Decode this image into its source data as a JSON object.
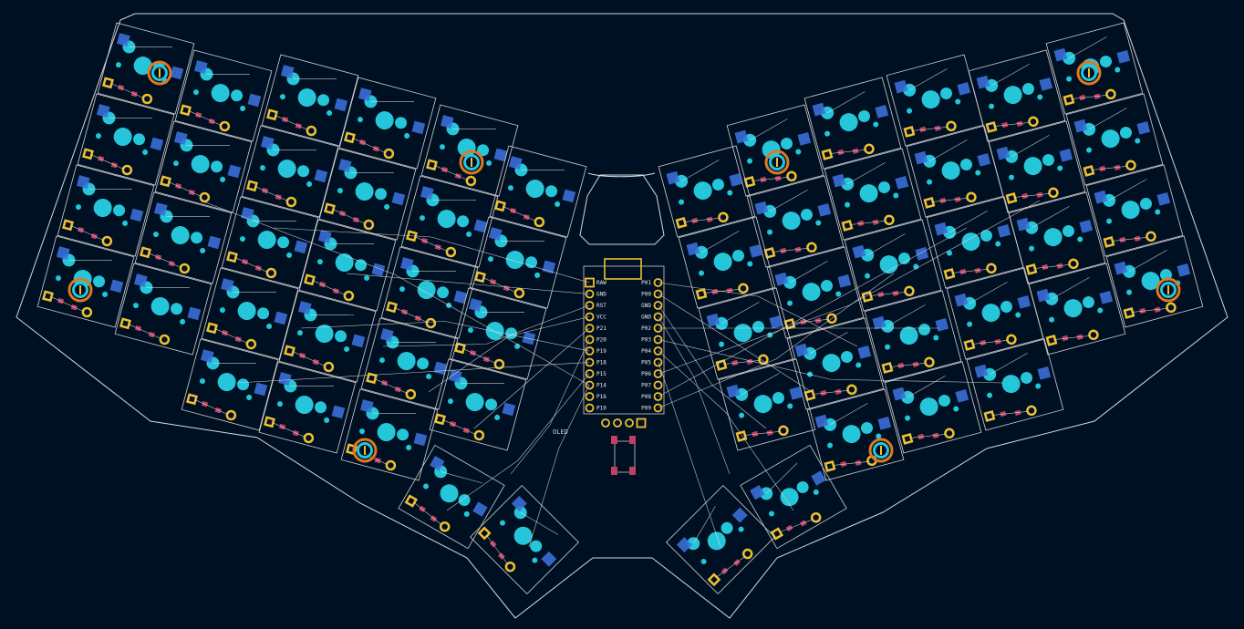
{
  "board": {
    "background": "#001023",
    "outline_color": "#d8d8d8",
    "pad_color": "#26c6da",
    "smd_color": "#3a6fd8",
    "via_color": "#f0c030",
    "diode_color": "#c04060",
    "icons": [
      "mounting-hole-icon",
      "keyswitch-footprint-icon",
      "diode-icon",
      "pin-header-icon"
    ]
  },
  "mcu": {
    "left_pins": [
      "RAW",
      "GND",
      "RST",
      "VCC",
      "P21",
      "P20",
      "P19",
      "P18",
      "P15",
      "P14",
      "P16",
      "P10"
    ],
    "right_pins": [
      "P01",
      "P00",
      "GND",
      "GND",
      "P02",
      "P03",
      "P04",
      "P05",
      "P06",
      "P07",
      "P08",
      "P09"
    ]
  },
  "oled": {
    "label": "OLED"
  }
}
